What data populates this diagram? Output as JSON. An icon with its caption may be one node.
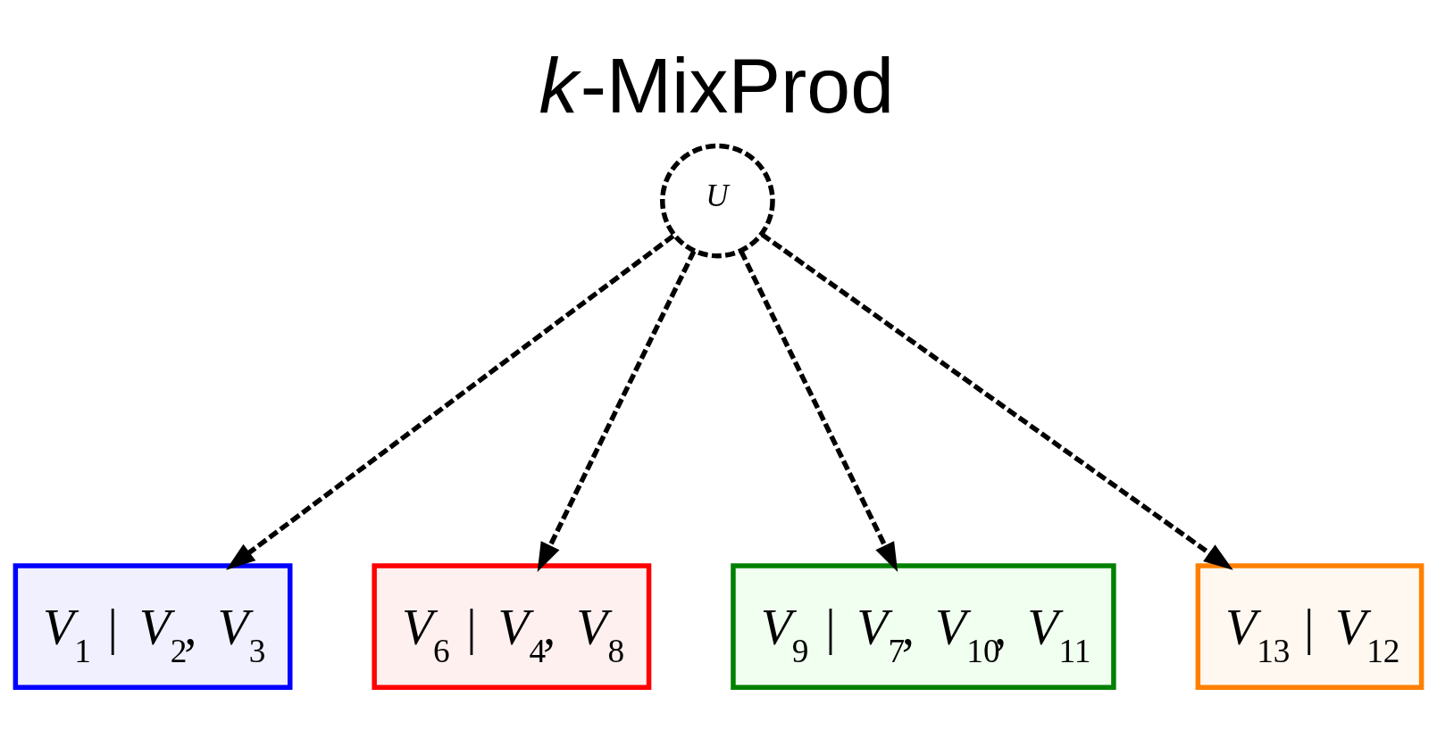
{
  "diagram": {
    "title": "*k*-MixProd",
    "nodes": [
      {
        "text": [
          "*U*"
        ]
      },
      {
        "text": [
          "*V*$_{1}$ | *V*$_{2}$, *V*$_{3}$"
        ]
      },
      {
        "text": [
          "*V*$_{6}$ | *V*$_{4}$, *V*$_{8}$"
        ]
      },
      {
        "text": [
          "*V*$_{9}$ | *V*$_{7}$, *V*$_{10}$, *V*$_{11}$"
        ]
      },
      {
        "text": [
          "*V*$_{13}$ | *V*$_{12}$"
        ]
      }
    ],
    "edges": [
      {
        "from": 0,
        "to": 1,
        "arrow": "to",
        "style": "dashed"
      },
      {
        "from": 0,
        "to": 2,
        "arrow": "to",
        "style": "dashed"
      },
      {
        "from": 0,
        "to": 3,
        "arrow": "to",
        "style": "dashed"
      },
      {
        "from": 0,
        "to": 4,
        "arrow": "to",
        "style": "dashed"
      }
    ]
  }
}
